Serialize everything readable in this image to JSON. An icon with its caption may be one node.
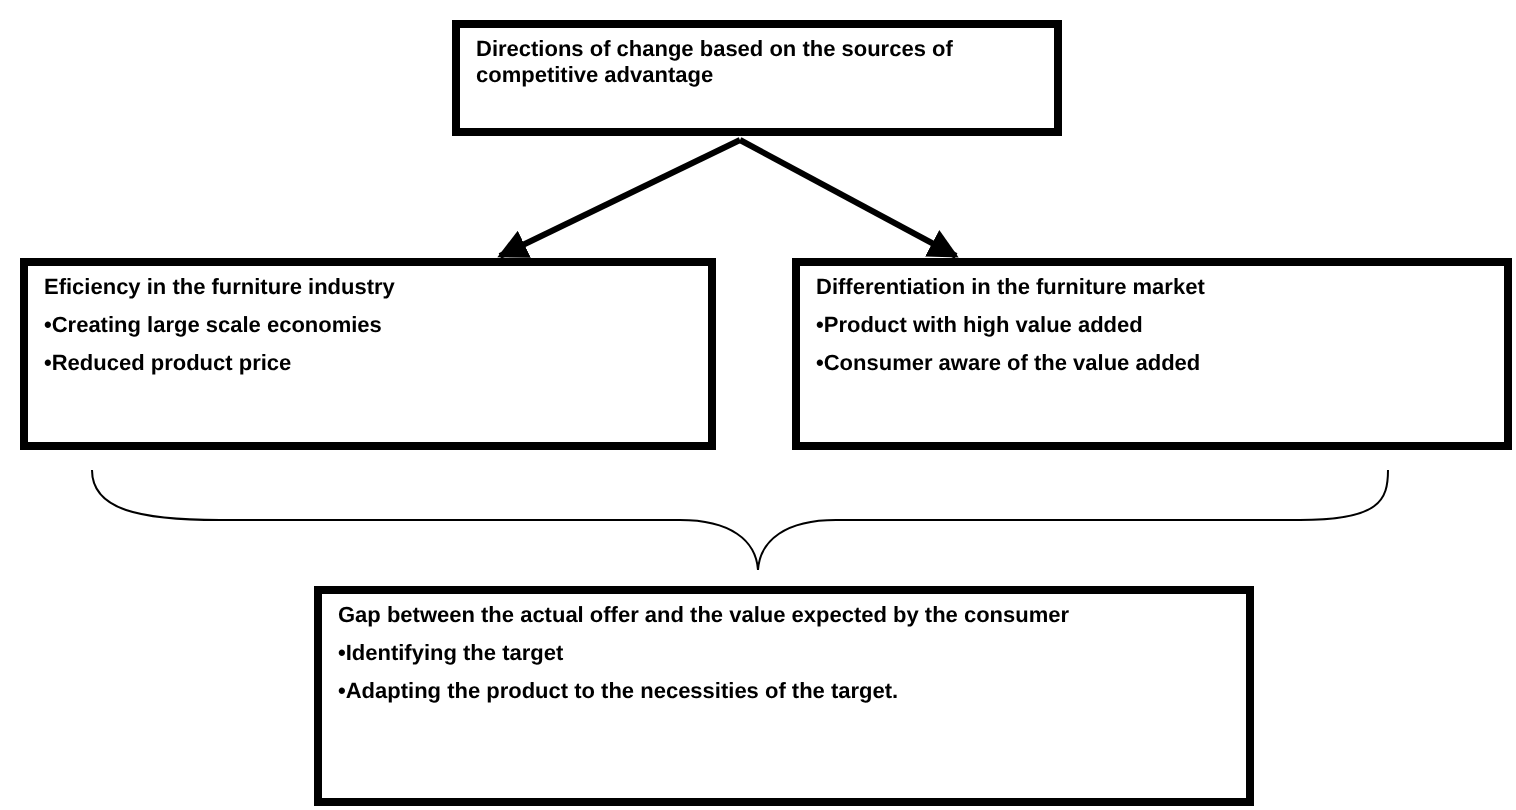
{
  "diagram": {
    "nodes": [
      {
        "text": [
          "Directions of change based on the sources of competitive advantage"
        ]
      },
      {
        "text": [
          "Eficiency in the furniture industry",
          "•Creating large scale economies",
          "•Reduced product price"
        ]
      },
      {
        "text": [
          "Differentiation in the furniture market",
          "•Product with high value added",
          "•Consumer aware of the value added"
        ]
      },
      {
        "text": [
          "Gap between the actual offer and the value expected by the consumer",
          "•Identifying the target",
          "•Adapting the product to the necessities of the target."
        ]
      }
    ],
    "edges": [
      {
        "from": 0,
        "to": 1,
        "arrow": "to"
      },
      {
        "from": 0,
        "to": 2,
        "arrow": "to"
      }
    ]
  }
}
